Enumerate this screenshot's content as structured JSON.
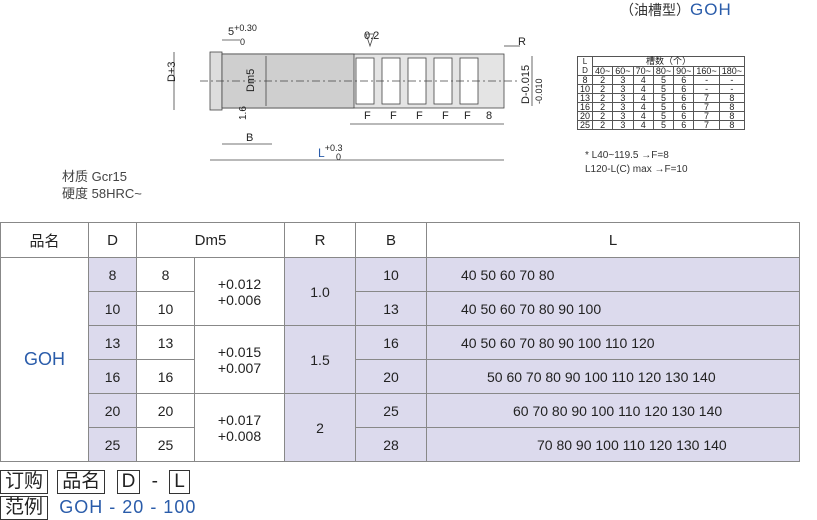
{
  "header": {
    "type_label": "（油槽型）",
    "type_code": "GOH"
  },
  "drawing": {
    "dim_5": "5",
    "dim_5_tol_upper": "+0.30",
    "dim_5_tol_lower": "0",
    "dim_d3": "D+3",
    "dim_dm5": "Dm5",
    "dim_02": "0.2",
    "dim_r": "R",
    "dim_d_tol": "D-0.015",
    "dim_d_tol_upper": "-0.010",
    "dim_16": "1.6",
    "dim_b": "B",
    "dim_l": "L",
    "dim_l_tol_upper": "+0.3",
    "dim_l_tol_lower": "0",
    "f_labels": [
      "F",
      "F",
      "F",
      "F",
      "F"
    ],
    "dim_8": "8"
  },
  "mini_table": {
    "corner_top": "L",
    "corner_bottom": "D",
    "title": "槽数（个）",
    "columns": [
      "40~",
      "60~",
      "70~",
      "80~",
      "90~",
      "160~",
      "180~"
    ],
    "rows": [
      {
        "d": "8",
        "vals": [
          "2",
          "3",
          "4",
          "5",
          "6",
          "-",
          "-"
        ]
      },
      {
        "d": "10",
        "vals": [
          "2",
          "3",
          "4",
          "5",
          "6",
          "-",
          "-"
        ]
      },
      {
        "d": "13",
        "vals": [
          "2",
          "3",
          "4",
          "5",
          "6",
          "7",
          "8"
        ]
      },
      {
        "d": "16",
        "vals": [
          "2",
          "3",
          "4",
          "5",
          "6",
          "7",
          "8"
        ]
      },
      {
        "d": "20",
        "vals": [
          "2",
          "3",
          "4",
          "5",
          "6",
          "7",
          "8"
        ]
      },
      {
        "d": "25",
        "vals": [
          "2",
          "3",
          "4",
          "5",
          "6",
          "7",
          "8"
        ]
      }
    ]
  },
  "notes": {
    "line1": "* L40~119.5     →F=8",
    "line2": "L120-L(C) max  →F=10"
  },
  "material": {
    "line1": "材质  Gcr15",
    "line2": "硬度  58HRC~"
  },
  "table": {
    "headers": [
      "品名",
      "D",
      "Dm5",
      "R",
      "B",
      "L"
    ],
    "product": "GOH",
    "rows": [
      {
        "d": "8",
        "dm5": "8",
        "b": "10",
        "l": "40  50  60  70  80"
      },
      {
        "d": "10",
        "dm5": "10",
        "b": "13",
        "l": "40  50  60  70  80  90  100"
      },
      {
        "d": "13",
        "dm5": "13",
        "b": "16",
        "l": "40  50  60  70  80  90  100  110  120"
      },
      {
        "d": "16",
        "dm5": "16",
        "b": "20",
        "l": "50  60  70  80  90  100  110  120  130  140"
      },
      {
        "d": "20",
        "dm5": "20",
        "b": "25",
        "l": "60  70  80  90   100  110  120  130  140"
      },
      {
        "d": "25",
        "dm5": "25",
        "b": "28",
        "l": "70  80   90  100  110  120  130  140"
      }
    ],
    "groups": [
      {
        "tol_upper": "+0.012",
        "tol_lower": "+0.006",
        "r": "1.0"
      },
      {
        "tol_upper": "+0.015",
        "tol_lower": "+0.007",
        "r": "1.5"
      },
      {
        "tol_upper": "+0.017",
        "tol_lower": "+0.008",
        "r": "2"
      }
    ]
  },
  "order": {
    "label1": "订购",
    "label2": "范例",
    "box_product": "品名",
    "box_d": "D",
    "dash": "-",
    "box_l": "L",
    "example": "GOH  -  20   -  100"
  }
}
